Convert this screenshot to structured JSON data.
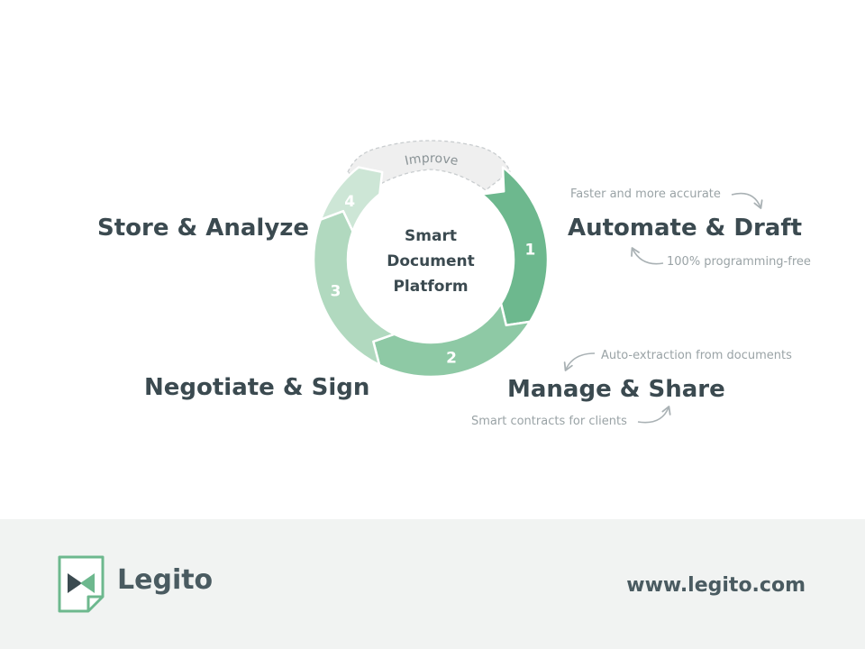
{
  "diagram": {
    "center_title_lines": [
      "Smart",
      "Document",
      "Platform"
    ],
    "improve_label": "Improve",
    "segments": [
      {
        "number": "1",
        "color": "#6db88e"
      },
      {
        "number": "2",
        "color": "#8ec9a5"
      },
      {
        "number": "3",
        "color": "#b1d9bf"
      },
      {
        "number": "4",
        "color": "#cde6d6"
      }
    ],
    "improve_color": "#efefef",
    "stages": {
      "automate": {
        "title": "Automate & Draft",
        "note_above": "Faster and more accurate",
        "note_below": "100% programming-free"
      },
      "manage": {
        "title": "Manage & Share",
        "note_above": "Auto-extraction from documents",
        "note_below": "Smart contracts for clients"
      },
      "negotiate": {
        "title": "Negotiate & Sign"
      },
      "store": {
        "title": "Store & Analyze"
      }
    }
  },
  "footer": {
    "brand_name": "Legito",
    "website": "www.legito.com",
    "logo_colors": {
      "frame": "#6db88e",
      "left_arrow": "#3b4a50",
      "right_arrow": "#6db88e"
    }
  },
  "colors": {
    "text_dark": "#3b4a50",
    "text_muted": "#9aa3a6",
    "footer_bg": "#f1f3f2"
  }
}
